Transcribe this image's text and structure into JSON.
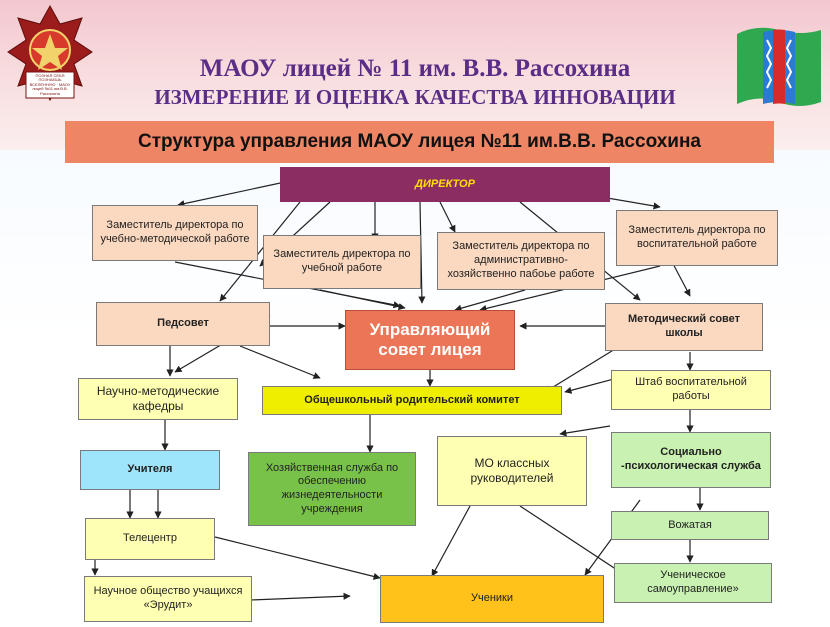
{
  "header": {
    "title_line1": "МАОУ лицей № 11 им. В.В. Рассохина",
    "title_line2": "ИЗМЕРЕНИЕ И ОЦЕНКА КАЧЕСТВА ИННОВАЦИИ",
    "emblem_text": "ПОЗНАЯ СЕБЯ ПОЗНАЕШЬ ВСЕЛЕННУЮ · МАОУ лицей №11 им.В.В. Рассохина",
    "emblem_icon": "school-emblem-icon",
    "flag_icon": "regional-flag-icon"
  },
  "diagram": {
    "title": "Структура управления  МАОУ лицея №11 им.В.В. Рассохина",
    "nodes": {
      "director": "ДИРЕКТОР",
      "deputy_edu_method": "Заместитель директора по учебно-методической работе",
      "deputy_edu": "Заместитель директора по учебной работе",
      "deputy_admin": "Заместитель директора по административно-хозяйственно пабоье работе",
      "deputy_upbring": "Заместитель директора по воспитательной работе",
      "pedsovet": "Педсовет",
      "council": "Управляющий совет лицея",
      "method_council": "Методический совет школы",
      "departments": "Научно-методические кафедры",
      "parent_committee": "Общешкольный родительский комитет",
      "upbring_hq": "Штаб воспитательной работы",
      "teachers": "Учителя",
      "household": "Хозяйственная служба по обеспечению жизнедеятельности учреждения",
      "mo_class": "МО классных руководителей",
      "social_psych": "Социально -психологическая служба",
      "telecenter": "Телецентр",
      "vozhataya": "Вожатая",
      "science_society": "Научное общество учащихся «Эрудит»",
      "students": "Ученики",
      "self_gov": "Ученическое самоуправление»"
    }
  },
  "colors": {
    "director_bg": "#8b2d63",
    "director_text": "#ffe000",
    "title_bar": "#ee8665",
    "council_bg": "#ec7457",
    "header_text": "#5a2e86"
  }
}
